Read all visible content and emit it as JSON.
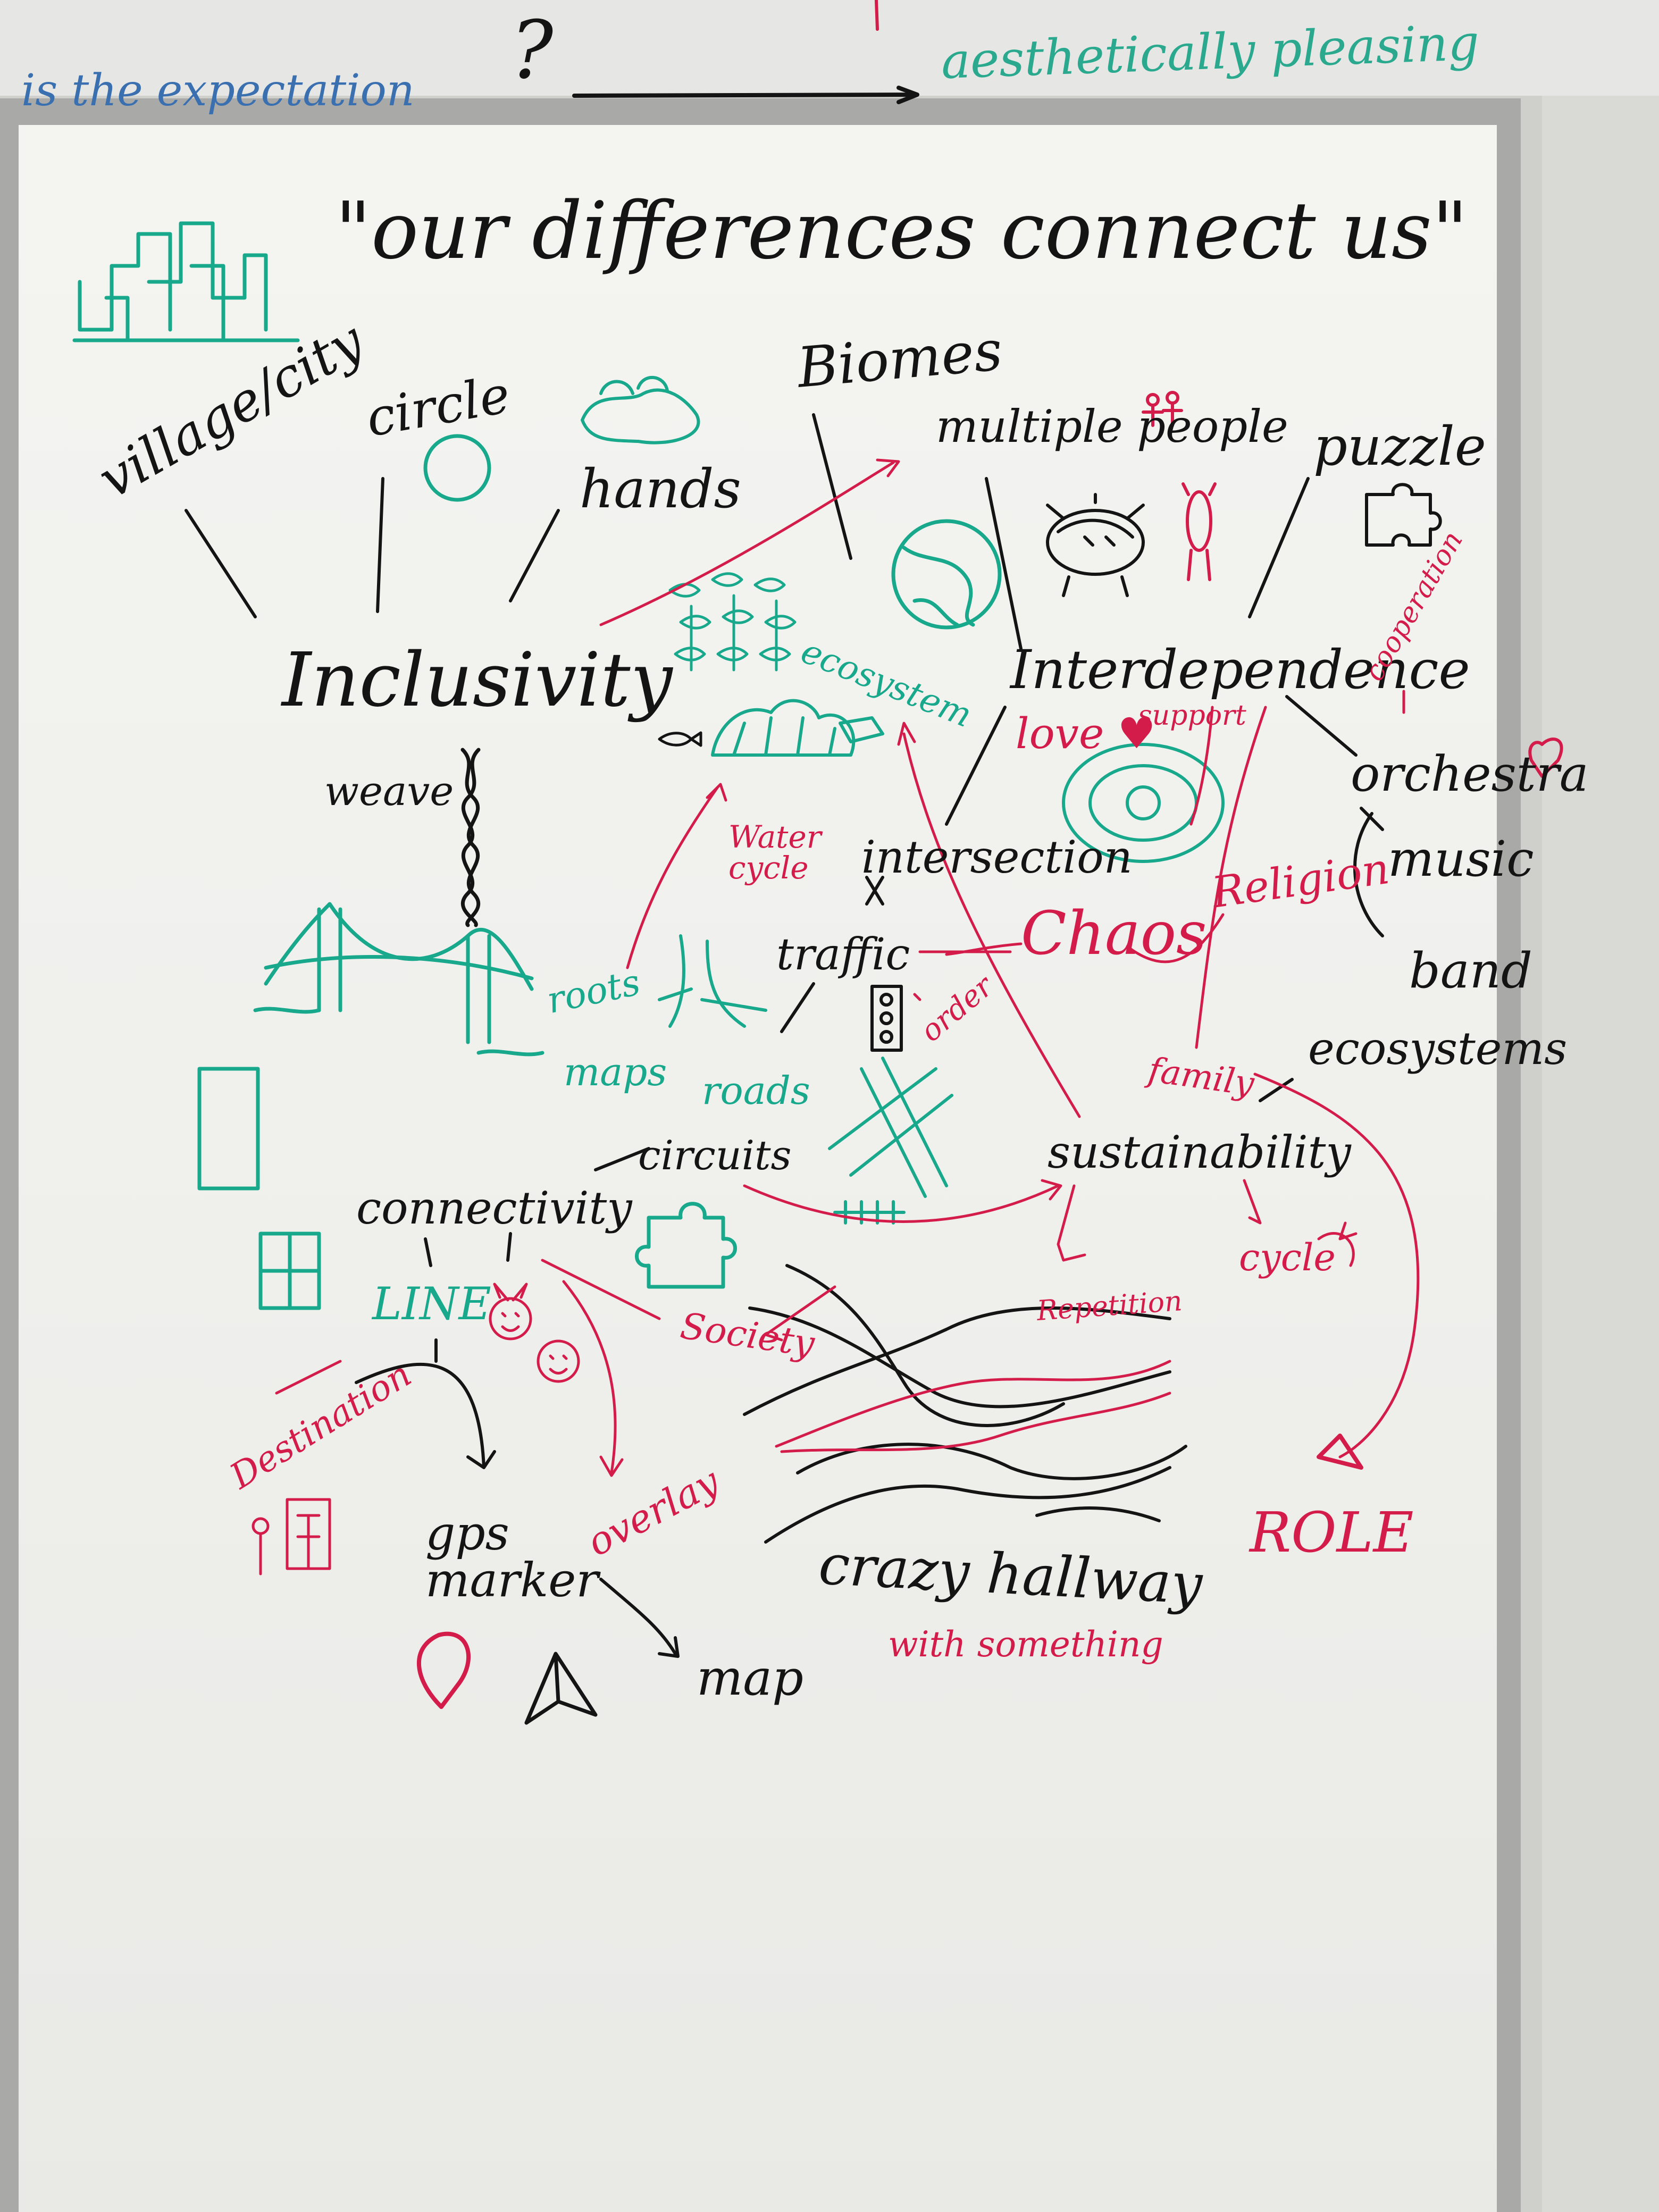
{
  "top_strip": {
    "left_text": "is the expectation",
    "question": "?",
    "right_text": "aesthetically pleasing"
  },
  "title": "\"our differences connect us\"",
  "concepts": {
    "village_city": "village/city",
    "circle": "circle",
    "hands": "hands",
    "biomes": "Biomes",
    "multiple_people": "multiple people",
    "puzzle": "puzzle",
    "inclusivity": "Inclusivity",
    "weave": "weave",
    "ecosystem": "ecosystem",
    "interdependence": "Interdependence",
    "love": "love ♥",
    "support": "support",
    "cooperation": "cooperation",
    "orchestra": "orchestra",
    "music": "music",
    "band": "band",
    "water_cycle": "Water cycle",
    "intersection": "intersection",
    "traffic": "traffic",
    "chaos": "Chaos",
    "religion": "Religion",
    "order": "order",
    "roots": "roots",
    "maps": "maps",
    "roads": "roads",
    "family": "family",
    "ecosystems": "ecosystems",
    "circuits": "circuits",
    "sustainability": "sustainability",
    "connectivity": "connectivity",
    "cycle": "cycle",
    "line": "LINE",
    "society": "Society",
    "repetition": "Repetition",
    "destination": "Destination",
    "gps_marker": "gps marker",
    "overlay": "overlay",
    "map": "map",
    "crazy_hallway": "crazy hallway",
    "with_something": "with something",
    "role": "ROLE"
  },
  "colors": {
    "board": "#f1f1ee",
    "frame": "#a9aaa8",
    "black_marker": "#141414",
    "red_marker": "#d41c4b",
    "green_marker": "#18a88c",
    "blue_marker": "#3a6fb0"
  }
}
